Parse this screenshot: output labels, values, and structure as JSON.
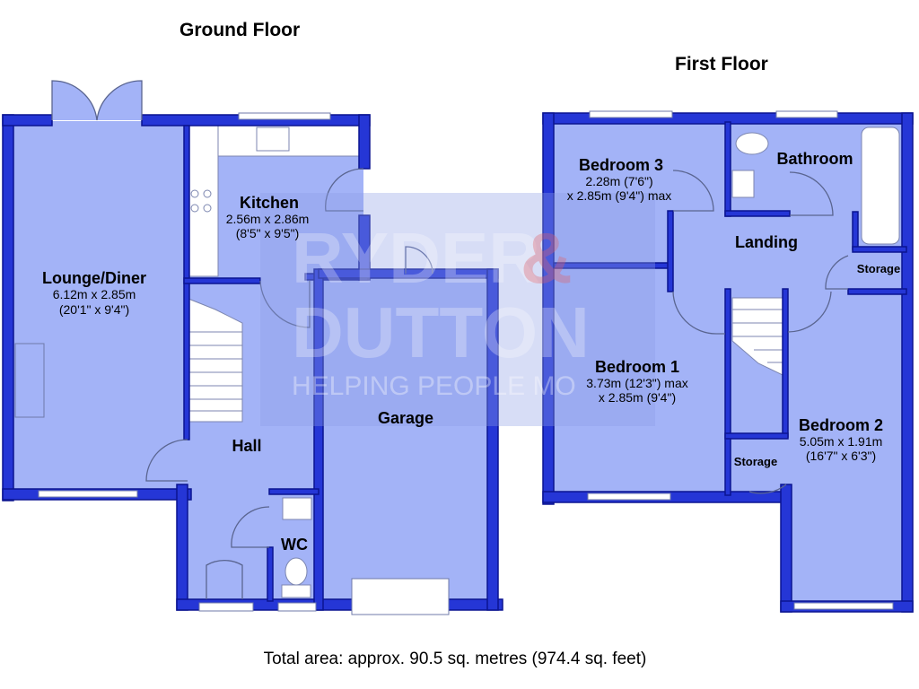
{
  "ground_floor": {
    "title": "Ground Floor",
    "rooms": [
      {
        "name": "Lounge/Diner",
        "dim_metric": "6.12m x 2.85m",
        "dim_imperial": "(20'1\" x 9'4\")"
      },
      {
        "name": "Kitchen",
        "dim_metric": "2.56m x 2.86m",
        "dim_imperial": "(8'5\" x 9'5\")"
      },
      {
        "name": "Hall"
      },
      {
        "name": "WC"
      },
      {
        "name": "Garage"
      }
    ]
  },
  "first_floor": {
    "title": "First Floor",
    "rooms": [
      {
        "name": "Bedroom 3",
        "dim_line1": "2.28m (7'6\")",
        "dim_line2": "x 2.85m (9'4\") max"
      },
      {
        "name": "Bathroom"
      },
      {
        "name": "Landing"
      },
      {
        "name": "Storage"
      },
      {
        "name": "Bedroom 1",
        "dim_line1": "3.73m (12'3\") max",
        "dim_line2": "x 2.85m (9'4\")"
      },
      {
        "name": "Bedroom 2",
        "dim_line1": "5.05m x 1.91m",
        "dim_line2": "(16'7\" x 6'3\")"
      },
      {
        "name": "Storage"
      }
    ]
  },
  "watermark": {
    "line1": "RYDER",
    "amp": "&",
    "line2": "DUTTON",
    "tagline_a": "HELPING PEOPLE ",
    "tagline_b": "MO",
    "accent": "#e0626a"
  },
  "total_area": "Total area: approx. 90.5 sq. metres (974.4 sq. feet)",
  "colors": {
    "floor": "#a3b3f7",
    "wall": "#2536d6"
  }
}
